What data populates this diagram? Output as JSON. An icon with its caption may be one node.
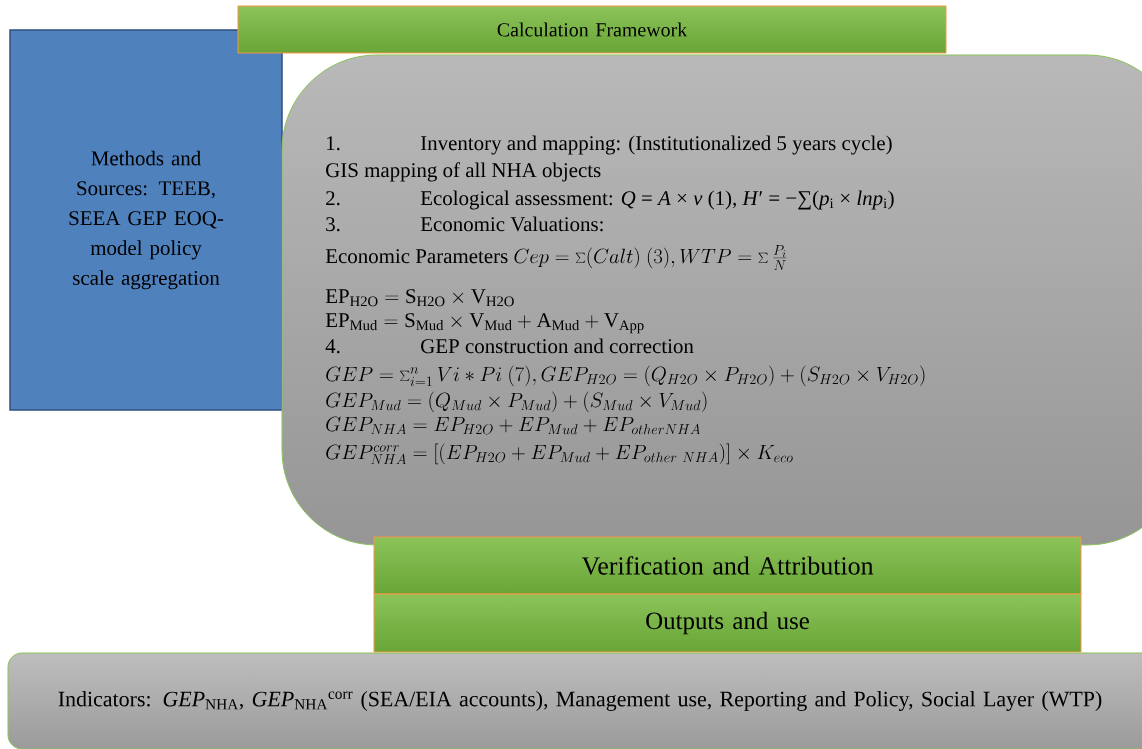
{
  "diagram": {
    "nodes": [
      {
        "text": [
          "Methods and Sources: TEEB, SEEA GEP EOQ-model policy scale aggregation"
        ]
      },
      {
        "text": [
          "Calculation Framework"
        ]
      },
      {
        "text": [
          "1.",
          "Inventory and mapping: (Institutionalized 5 years cycle)",
          "GIS mapping of all NHA objects",
          "2.",
          "Ecological assessment: *Q* = *A* × *v* (1), *H*′ = −∑(*p*$_{i}$ × *lnp*$_{i}$)",
          "3.",
          "Economic Valuations:",
          "\\mbox{Economic Parameters } Cep = \\sum(Calt)\\ (3), WTP = \\sum\\frac{P_i}{N}",
          "\\mathrm{EP}_{\\mathrm{H2O}} = \\mathrm{S}_{\\mathrm{H2O}} \\times \\mathrm{V}_{\\mathrm{H2O}}",
          "\\mathrm{EP}_{\\mathrm{Mud}} = \\mathrm{S}_{\\mathrm{Mud}} \\times \\mathrm{V}_{\\mathrm{Mud}} + \\mathrm{A}_{\\mathrm{Mud}} + \\mathrm{V}_{\\mathrm{App}}",
          "4.",
          "GEP construction and correction",
          "GEP = \\sum_{i=1}^{n} Vi \\ast Pi\\ (7), GEP_{H2O} = (Q_{H2O} \\times P_{H2O}) + (S_{H2O} \\times V_{H2O})",
          "GEP_{Mud} = (Q_{Mud} \\times P_{Mud}) + (S_{Mud} \\times V_{Mud})",
          "GEP_{NHA} = EP_{H2O} + EP_{Mud} + EP_{otherNHA}",
          "GEP_{NHA}^{corr} = [(EP_{H2O} + EP_{Mud} + EP_{other\\ NHA})] \\times K_{eco}"
        ]
      },
      {
        "text": [
          "Verification and Attribution"
        ]
      },
      {
        "text": [
          "Outputs and use"
        ]
      },
      {
        "text": [
          "Indicators: *GEP*$_{NHA}$, *GEP*$_{NHA}$$^{corr}$ (SEA/EIA accounts), Management use, Reporting and Policy, Social Layer (WTP)"
        ]
      }
    ]
  }
}
